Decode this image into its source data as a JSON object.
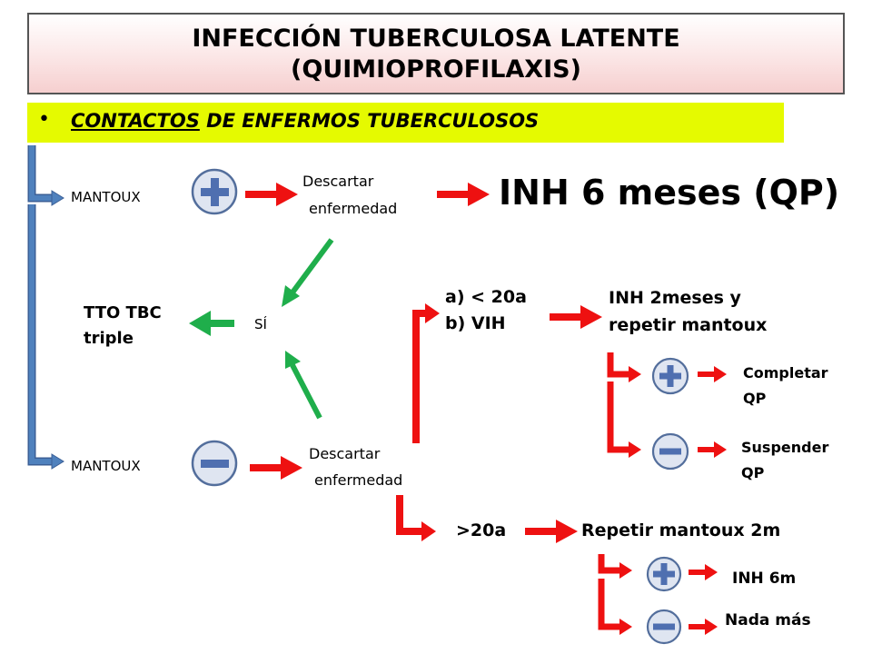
{
  "title": {
    "line1": "INFECCIÓN TUBERCULOSA LATENTE",
    "line2": "(QUIMIOPROFILAXIS)"
  },
  "banner": {
    "bullet": "•",
    "underlined": "CONTACTOS",
    "rest": " DE ENFERMOS TUBERCULOSOS"
  },
  "colors": {
    "red": "#ee1111",
    "green": "#1fae4b",
    "blue_connector": "#4f81bd",
    "circle_fill": "#dfe5f1",
    "circle_border": "#536e9c",
    "symbol": "#4f6fb0",
    "banner": "#e5fa00"
  },
  "icons": {
    "positive": "plus-icon",
    "negative": "minus-icon"
  },
  "labels": {
    "mantoux_pos": "MANTOUX",
    "mantoux_neg": "MANTOUX",
    "descartar_top_1": "Descartar",
    "descartar_top_2": "enfermedad",
    "inh_6_meses": "INH 6 meses (QP)",
    "tto_line1": "TTO TBC",
    "tto_line2": "triple",
    "si": "SÍ",
    "descartar_bottom_1": "Descartar",
    "descartar_bottom_2": "enfermedad",
    "cond_a": "a) < 20a",
    "cond_b": "b) VIH",
    "inh_2_line1": "INH 2meses y",
    "inh_2_line2": "repetir mantoux",
    "completar_1": "Completar",
    "completar_2": "QP",
    "suspender_1": "Suspender",
    "suspender_2": "QP",
    "over_20": ">20a",
    "repetir": "Repetir mantoux 2m",
    "inh_6m": "INH 6m",
    "nada_mas": "Nada más"
  }
}
